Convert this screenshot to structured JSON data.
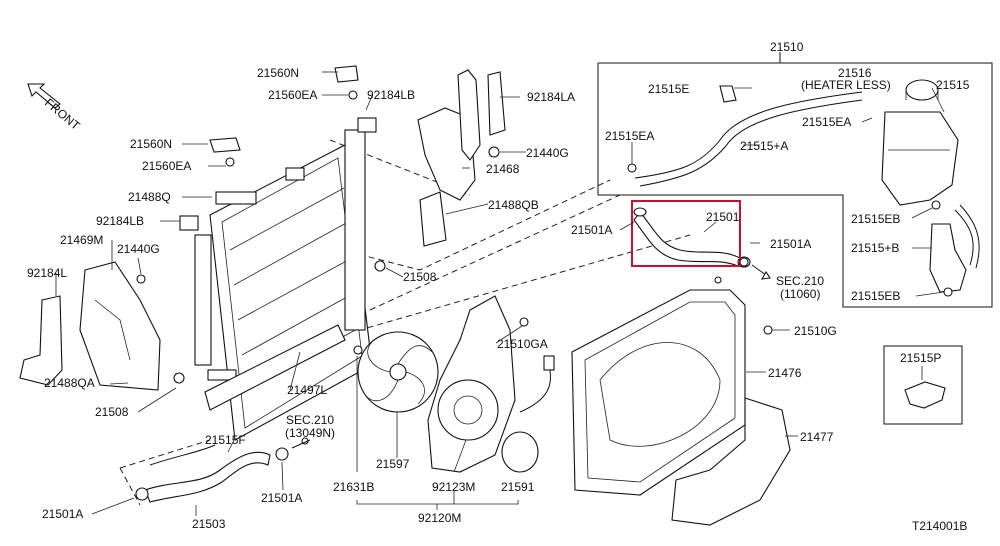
{
  "diagram": {
    "figure_code": "T214001B",
    "front_label": "FRONT",
    "labels": {
      "p21510": "21510",
      "p21516": "21516",
      "heater_less": "(HEATER LESS)",
      "p21515": "21515",
      "p21515E": "21515E",
      "p21515EA_top": "21515EA",
      "p21515EA_right": "21515EA",
      "p21515plusA": "21515+A",
      "p21515EB_top": "21515EB",
      "p21515plusB": "21515+B",
      "p21515EB_bottom": "21515EB",
      "p21501_hl": "21501",
      "p21501A_left": "21501A",
      "p21501A_right": "21501A",
      "sec210_upper": "SEC.210",
      "sec210_upper_ref": "(11060)",
      "p21560N_top": "21560N",
      "p21560EA_top": "21560EA",
      "p92184LB_top": "92184LB",
      "p92184LA": "92184LA",
      "p21440G_right": "21440G",
      "p21468": "21468",
      "p21488QB": "21488QB",
      "p21560N_left": "21560N",
      "p21560EA_left": "21560EA",
      "p21488Q": "21488Q",
      "p92184LB_left": "92184LB",
      "p21469M": "21469M",
      "p21440G_left": "21440G",
      "p92184L": "92184L",
      "p21508_right": "21508",
      "p21488QA": "21488QA",
      "p21508_left": "21508",
      "p21497L": "21497L",
      "p21510GA": "21510GA",
      "p21510G": "21510G",
      "p21476": "21476",
      "p21477": "21477",
      "p21515P": "21515P",
      "p21515F": "21515F",
      "sec210_lower": "SEC.210",
      "sec210_lower_ref": "(13049N)",
      "p21501A_bottom": "21501A",
      "p21501A_bottom_left": "21501A",
      "p21503": "21503",
      "p21631B": "21631B",
      "p21597": "21597",
      "p92123M": "92123M",
      "p21591": "21591",
      "p92120M": "92120M"
    }
  }
}
